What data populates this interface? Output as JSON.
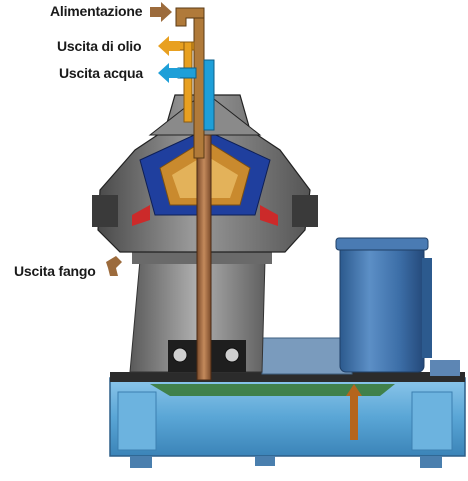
{
  "labels": {
    "feed": "Alimentazione",
    "oil_outlet": "Uscita di olio",
    "water_outlet": "Uscita acqua",
    "sludge_outlet": "Uscita fango"
  },
  "colors": {
    "feed_arrow": "#9c6b3c",
    "oil_arrow": "#e8a020",
    "water_arrow": "#1e9fd8",
    "sludge_arrow": "#9c6b3c",
    "housing": "#6e6e6e",
    "base": "#5aa6d6",
    "motor": "#3d6fa8"
  },
  "icons": [
    "feed-arrow-icon",
    "oil-arrow-icon",
    "water-arrow-icon",
    "sludge-arrow-icon"
  ]
}
